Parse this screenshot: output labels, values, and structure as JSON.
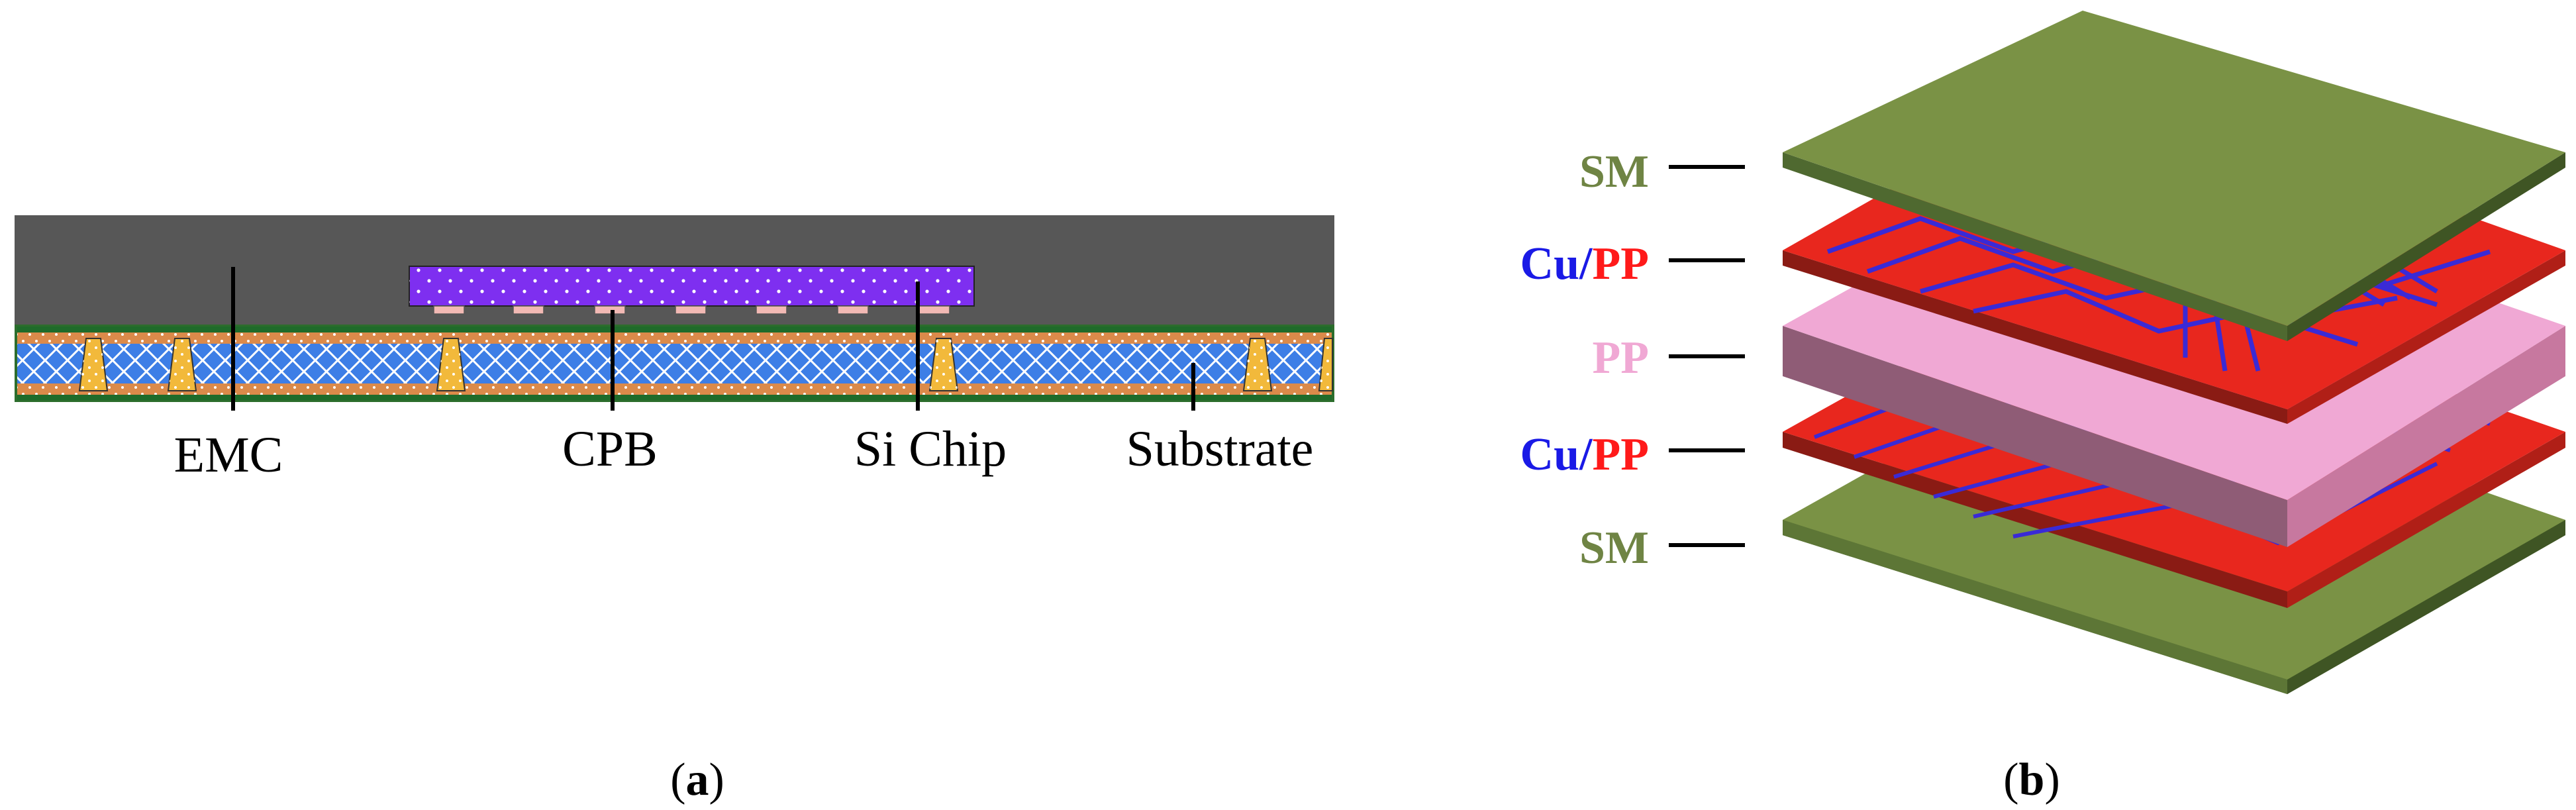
{
  "panel_a": {
    "caption_letter": "a",
    "labels": {
      "emc": "EMC",
      "cpb": "CPB",
      "si_chip": "Si Chip",
      "substrate": "Substrate"
    }
  },
  "panel_b": {
    "caption_letter": "b",
    "layers": [
      {
        "id": "sm-top",
        "parts": [
          {
            "text": "SM",
            "color": "#6f8444"
          }
        ]
      },
      {
        "id": "cu-pp-top",
        "parts": [
          {
            "text": "Cu",
            "color": "#1a1ae6"
          },
          {
            "text": "/",
            "color": "#1a1ae6"
          },
          {
            "text": "PP",
            "color": "#ff1a1a"
          }
        ]
      },
      {
        "id": "pp",
        "parts": [
          {
            "text": "PP",
            "color": "#f0a8d4"
          }
        ]
      },
      {
        "id": "cu-pp-bottom",
        "parts": [
          {
            "text": "Cu",
            "color": "#1a1ae6"
          },
          {
            "text": "/",
            "color": "#1a1ae6"
          },
          {
            "text": "PP",
            "color": "#ff1a1a"
          }
        ]
      },
      {
        "id": "sm-bottom",
        "parts": [
          {
            "text": "SM",
            "color": "#6f8444"
          }
        ]
      }
    ]
  },
  "colors": {
    "emc": "#575757",
    "chip": "#7e2ff0",
    "bump": "#f2b9b4",
    "copper_layer": "#db8a4a",
    "core": "#3d7ee6",
    "via": "#f2b93b",
    "solder_mask": "#7a9245",
    "pcb_red": "#e8271e",
    "trace_blue": "#3a2ad6",
    "pp_pink": "#f0a8d4"
  }
}
